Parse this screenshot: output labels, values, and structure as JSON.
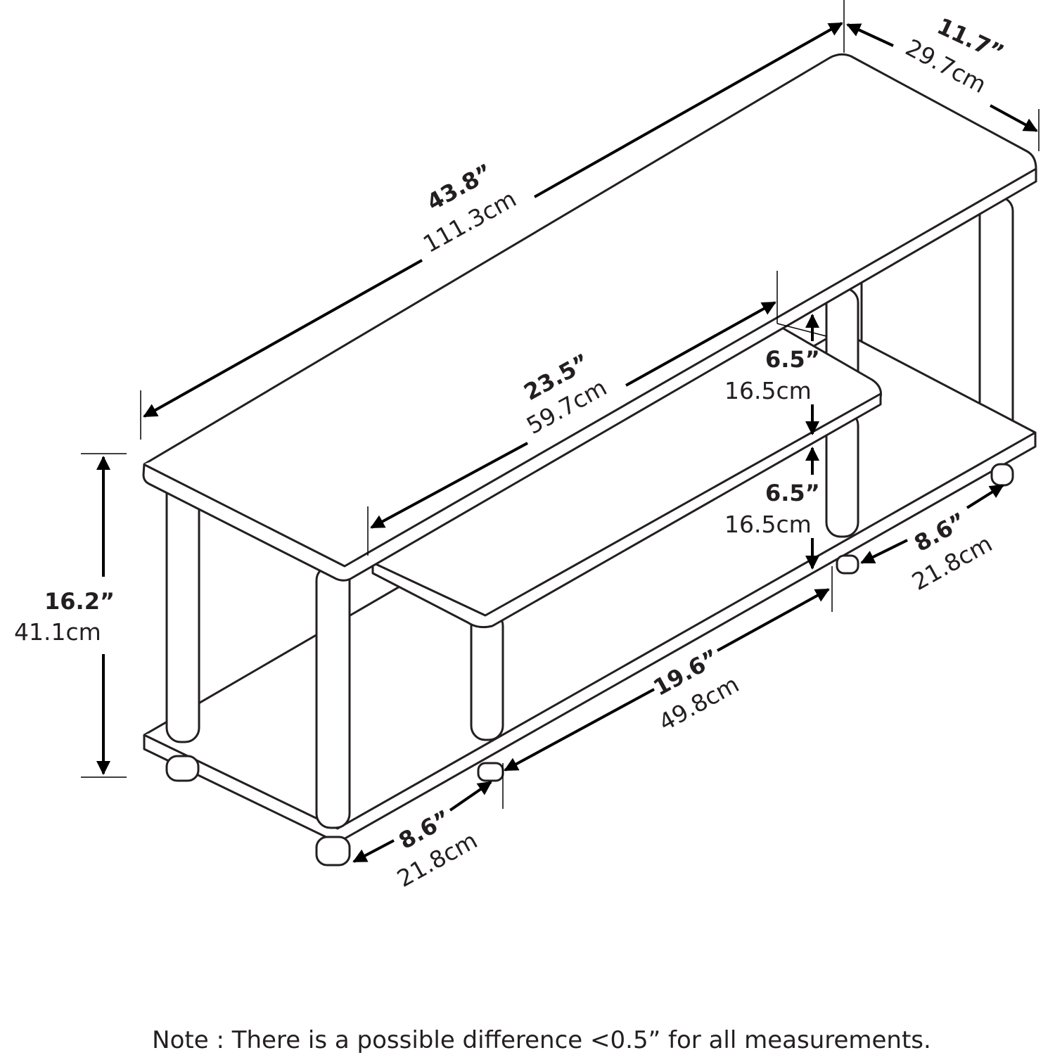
{
  "dimensions": {
    "overall_width": {
      "in": "43.8”",
      "cm": "111.3cm"
    },
    "depth": {
      "in": "11.7”",
      "cm": "29.7cm"
    },
    "middle_shelf_width": {
      "in": "23.5”",
      "cm": "59.7cm"
    },
    "upper_clearance": {
      "in": "6.5”",
      "cm": "16.5cm"
    },
    "lower_clearance": {
      "in": "6.5”",
      "cm": "16.5cm"
    },
    "right_opening": {
      "in": "8.6”",
      "cm": "21.8cm"
    },
    "center_opening": {
      "in": "19.6”",
      "cm": "49.8cm"
    },
    "left_opening": {
      "in": "8.6”",
      "cm": "21.8cm"
    },
    "height": {
      "in": "16.2”",
      "cm": "41.1cm"
    }
  },
  "note": "Note : There is a possible difference <0.5” for all measurements."
}
